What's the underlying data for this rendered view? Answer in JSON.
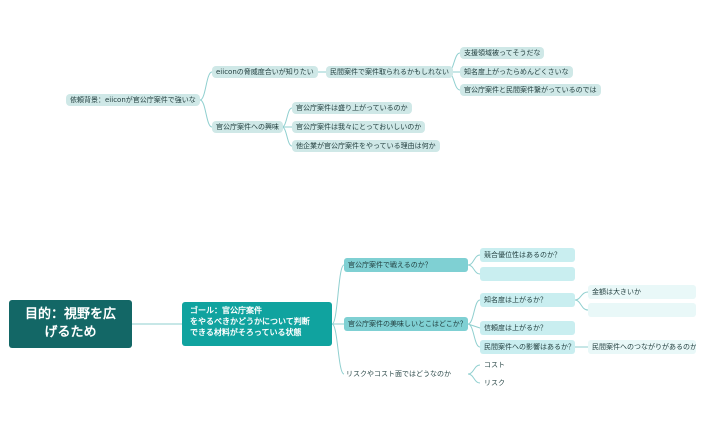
{
  "top_map": {
    "background": "依頼背景：eiiconが官公庁案件で強いな",
    "branch1": "eiiconの脅威度合いが知りたい",
    "branch1_child": "民間案件で案件取られるかもしれない",
    "branch1_leaves": [
      "支援領域被ってそうだな",
      "知名度上がったらめんどくさいな",
      "官公庁案件と民間案件繋がっているのでは"
    ],
    "branch2": "官公庁案件への興味",
    "branch2_leaves": [
      "官公庁案件は盛り上がっているのか",
      "官公庁案件は我々にとっておいしいのか",
      "他企業が官公庁案件をやっている理由は何か"
    ]
  },
  "bottom_map": {
    "root": "目的：視野を広げるため",
    "goal_lines": [
      "ゴール：官公庁案件",
      "をやるべきかどうかについて判断",
      "できる材料がそろっている状態"
    ],
    "q1": "官公庁案件で戦えるのか？",
    "q1_children": [
      "競合優位性はあるのか？",
      ""
    ],
    "q2": "官公庁案件の美味しいとこはどこか？",
    "q2_children": [
      "知名度は上がるか？",
      "信頼度は上がるか？",
      "民間案件への影響はあるか？"
    ],
    "q2_name_children": [
      "金額は大きいか",
      ""
    ],
    "q2_impact_child": "民間案件へのつながりがあるのか",
    "q3": "リスクやコスト面ではどうなのか",
    "q3_children": [
      "コスト",
      "リスク"
    ]
  },
  "colors": {
    "root": "#136766",
    "goal": "#10a39f",
    "teal_pill": "#7fd0d3",
    "light_pill": "#c9eef0",
    "top_pill": "#cfe8e7",
    "connector": "#8fcfcf"
  }
}
